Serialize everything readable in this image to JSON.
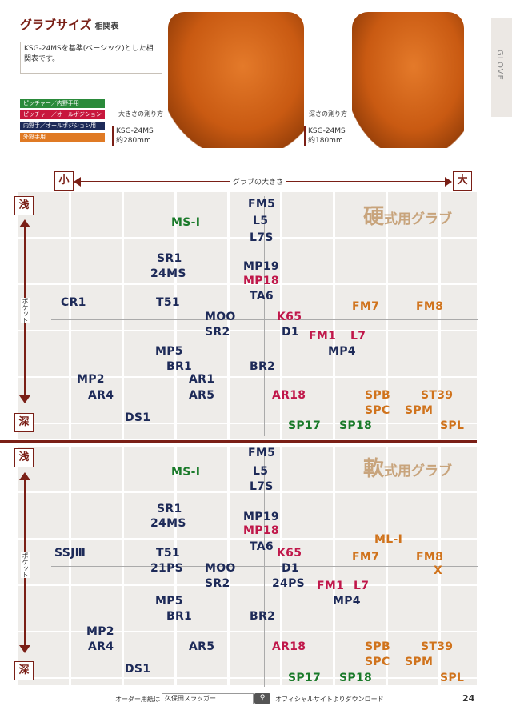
{
  "header": {
    "title": "グラブサイズ",
    "title_sub": "相関表",
    "description": "KSG-24MSを基準(ベーシック)とした相関表です。",
    "legend": [
      {
        "label": "ピッチャー／内野手用",
        "color": "#2a8a3a"
      },
      {
        "label": "ピッチャー／オールポジション用",
        "color": "#c8173d"
      },
      {
        "label": "内野手／オールポジション用",
        "color": "#1d2a58"
      },
      {
        "label": "外野手用",
        "color": "#e07a24"
      }
    ],
    "side_tab": "GLOVE"
  },
  "images": {
    "size_measure_label": "大きさの測り方",
    "size_caption_model": "KSG-24MS",
    "size_caption_value": "約280mm",
    "depth_measure_label": "深さの測り方",
    "depth_caption_model": "KSG-24MS",
    "depth_caption_value": "約180mm"
  },
  "axis": {
    "small": "小",
    "large": "大",
    "size_label": "グラブの大きさ",
    "shallow": "浅",
    "deep": "深",
    "pocket": "ポケット"
  },
  "hard": {
    "title_main": "硬",
    "title_rest": "式用グラブ",
    "items": [
      {
        "text": "FM5",
        "c": "navy"
      },
      {
        "text": "MS-I",
        "c": "green"
      },
      {
        "text": "L5",
        "c": "navy"
      },
      {
        "text": "L7S",
        "c": "navy"
      },
      {
        "text": "SR1",
        "c": "navy"
      },
      {
        "text": "MP19",
        "c": "navy"
      },
      {
        "text": "24MS",
        "c": "navy"
      },
      {
        "text": "MP18",
        "c": "red"
      },
      {
        "text": "TA6",
        "c": "navy"
      },
      {
        "text": "CR1",
        "c": "navy"
      },
      {
        "text": "T51",
        "c": "navy"
      },
      {
        "text": "FM7",
        "c": "orange"
      },
      {
        "text": "FM8",
        "c": "orange"
      },
      {
        "text": "MOO",
        "c": "navy"
      },
      {
        "text": "K65",
        "c": "red"
      },
      {
        "text": "SR2",
        "c": "navy"
      },
      {
        "text": "D1",
        "c": "navy"
      },
      {
        "text": "FM1",
        "c": "red"
      },
      {
        "text": "L7",
        "c": "red"
      },
      {
        "text": "MP5",
        "c": "navy"
      },
      {
        "text": "MP4",
        "c": "navy"
      },
      {
        "text": "BR1",
        "c": "navy"
      },
      {
        "text": "BR2",
        "c": "navy"
      },
      {
        "text": "MP2",
        "c": "navy"
      },
      {
        "text": "AR1",
        "c": "navy"
      },
      {
        "text": "AR4",
        "c": "navy"
      },
      {
        "text": "AR5",
        "c": "navy"
      },
      {
        "text": "AR18",
        "c": "red"
      },
      {
        "text": "SPB",
        "c": "orange"
      },
      {
        "text": "ST39",
        "c": "orange"
      },
      {
        "text": "SPC",
        "c": "orange"
      },
      {
        "text": "SPM",
        "c": "orange"
      },
      {
        "text": "DS1",
        "c": "navy"
      },
      {
        "text": "SP17",
        "c": "green"
      },
      {
        "text": "SP18",
        "c": "green"
      },
      {
        "text": "SPL",
        "c": "orange"
      }
    ]
  },
  "soft": {
    "title_main": "軟",
    "title_rest": "式用グラブ",
    "items": [
      {
        "text": "FM5",
        "c": "navy"
      },
      {
        "text": "MS-I",
        "c": "green"
      },
      {
        "text": "L5",
        "c": "navy"
      },
      {
        "text": "L7S",
        "c": "navy"
      },
      {
        "text": "SR1",
        "c": "navy"
      },
      {
        "text": "MP19",
        "c": "navy"
      },
      {
        "text": "24MS",
        "c": "navy"
      },
      {
        "text": "MP18",
        "c": "red"
      },
      {
        "text": "ML-I",
        "c": "orange"
      },
      {
        "text": "TA6",
        "c": "navy"
      },
      {
        "text": "SSJⅢ",
        "c": "navy"
      },
      {
        "text": "T51",
        "c": "navy"
      },
      {
        "text": "K65",
        "c": "red"
      },
      {
        "text": "FM7",
        "c": "orange"
      },
      {
        "text": "FM8",
        "c": "orange"
      },
      {
        "text": "21PS",
        "c": "navy"
      },
      {
        "text": "MOO",
        "c": "navy"
      },
      {
        "text": "D1",
        "c": "navy"
      },
      {
        "text": "X",
        "c": "orange"
      },
      {
        "text": "SR2",
        "c": "navy"
      },
      {
        "text": "24PS",
        "c": "navy"
      },
      {
        "text": "FM1",
        "c": "red"
      },
      {
        "text": "L7",
        "c": "red"
      },
      {
        "text": "MP5",
        "c": "navy"
      },
      {
        "text": "MP4",
        "c": "navy"
      },
      {
        "text": "BR1",
        "c": "navy"
      },
      {
        "text": "BR2",
        "c": "navy"
      },
      {
        "text": "MP2",
        "c": "navy"
      },
      {
        "text": "AR4",
        "c": "navy"
      },
      {
        "text": "AR5",
        "c": "navy"
      },
      {
        "text": "AR18",
        "c": "red"
      },
      {
        "text": "SPB",
        "c": "orange"
      },
      {
        "text": "ST39",
        "c": "orange"
      },
      {
        "text": "SPC",
        "c": "orange"
      },
      {
        "text": "SPM",
        "c": "orange"
      },
      {
        "text": "DS1",
        "c": "navy"
      },
      {
        "text": "SP17",
        "c": "green"
      },
      {
        "text": "SP18",
        "c": "green"
      },
      {
        "text": "SPL",
        "c": "orange"
      }
    ]
  },
  "footer": {
    "order_label": "オーダー用紙は",
    "search_value": "久保田スラッガー",
    "search_icon": "search-icon",
    "download_text": "オフィシャルサイトよりダウンロード",
    "page_number": "24"
  }
}
